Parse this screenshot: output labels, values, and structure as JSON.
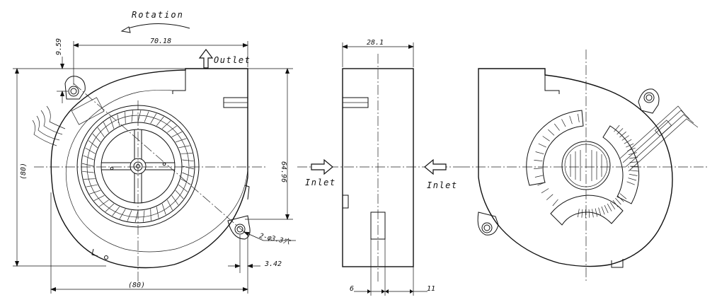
{
  "drawing": {
    "rotation_label": "Rotation",
    "outlet_label": "Outlet",
    "inlet_left_label": "Inlet",
    "inlet_right_label": "Inlet",
    "dims": {
      "top_width": "70.18",
      "top_offset": "9.59",
      "overall_height": "(80)",
      "outlet_height": "64.96",
      "hole_spec": "2-φ3.3穴",
      "edge_offset": "3.42",
      "overall_width": "(80)",
      "thickness": "28.1",
      "inlet_offset": "6",
      "outlet_depth": "11"
    }
  }
}
